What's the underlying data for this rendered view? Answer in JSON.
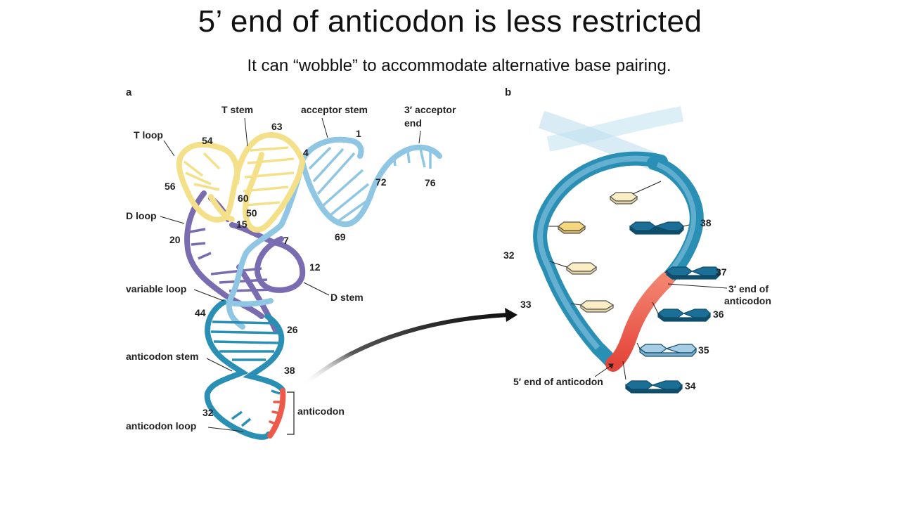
{
  "slide": {
    "title": "5’ end of anticodon is less restricted",
    "subtitle": "It can “wobble” to accommodate alternative base pairing."
  },
  "panel_a": {
    "label": "a",
    "labels": {
      "t_loop": "T loop",
      "t_stem": "T stem",
      "acceptor_stem": "acceptor stem",
      "acceptor_end_1": "3′ acceptor",
      "acceptor_end_2": "end",
      "d_loop": "D loop",
      "variable_loop": "variable loop",
      "d_stem": "D stem",
      "anticodon_stem": "anticodon stem",
      "anticodon_loop": "anticodon loop",
      "anticodon": "anticodon"
    },
    "numbers": {
      "n1": "1",
      "n4": "4",
      "n7": "7",
      "n12": "12",
      "n15": "15",
      "n20": "20",
      "n26": "26",
      "n32": "32",
      "n38": "38",
      "n44": "44",
      "n50": "50",
      "n54": "54",
      "n56": "56",
      "n60": "60",
      "n63": "63",
      "n69": "69",
      "n72": "72",
      "n76": "76"
    }
  },
  "panel_b": {
    "label": "b",
    "labels": {
      "three_prime_1": "3′ end of",
      "three_prime_2": "anticodon",
      "five_prime": "5′ end of anticodon"
    },
    "numbers": {
      "n32": "32",
      "n33": "33",
      "n34": "34",
      "n35": "35",
      "n36": "36",
      "n37": "37",
      "n38": "38"
    }
  },
  "colors": {
    "yellow": "#f5e08a",
    "purple": "#7a6cb0",
    "light_blue": "#8ec6e3",
    "teal": "#2a8fb4",
    "red": "#ee5a4a",
    "base_pale": "#fbeec5",
    "base_yellow": "#f7d77e",
    "base_dark": "#1b6f96",
    "base_light": "#a6cde4"
  }
}
